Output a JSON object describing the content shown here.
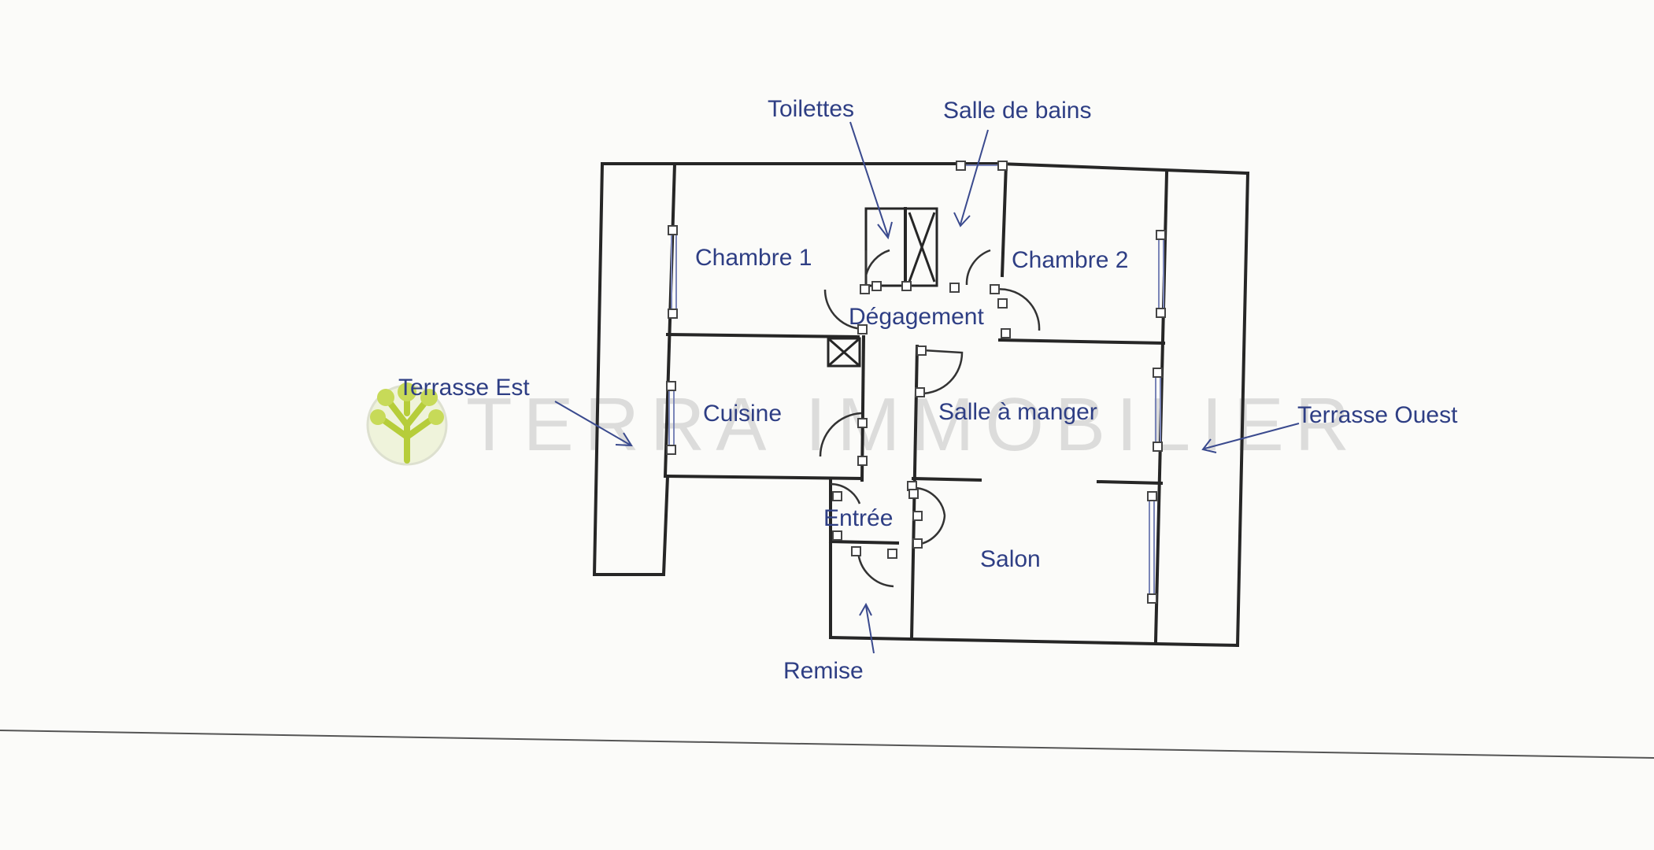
{
  "rooms": {
    "toilettes": "Toilettes",
    "salle_de_bains": "Salle de bains",
    "chambre_1": "Chambre  1",
    "chambre_2": "Chambre  2",
    "degagement": "Dégagement",
    "cuisine": "Cuisine",
    "salle_a_manger": "Salle à manger",
    "entree": "Entrée",
    "salon": "Salon",
    "remise": "Remise",
    "terrasse_est": "Terrasse Est",
    "terrasse_ouest": "Terrasse Ouest"
  },
  "watermark": {
    "text": "TERRA IMMOBILIER",
    "logo_icon": "tree-logo-icon"
  },
  "colors": {
    "label": "#2e3e84",
    "walls": "#262626",
    "logo_green": "#b6cd3a"
  }
}
